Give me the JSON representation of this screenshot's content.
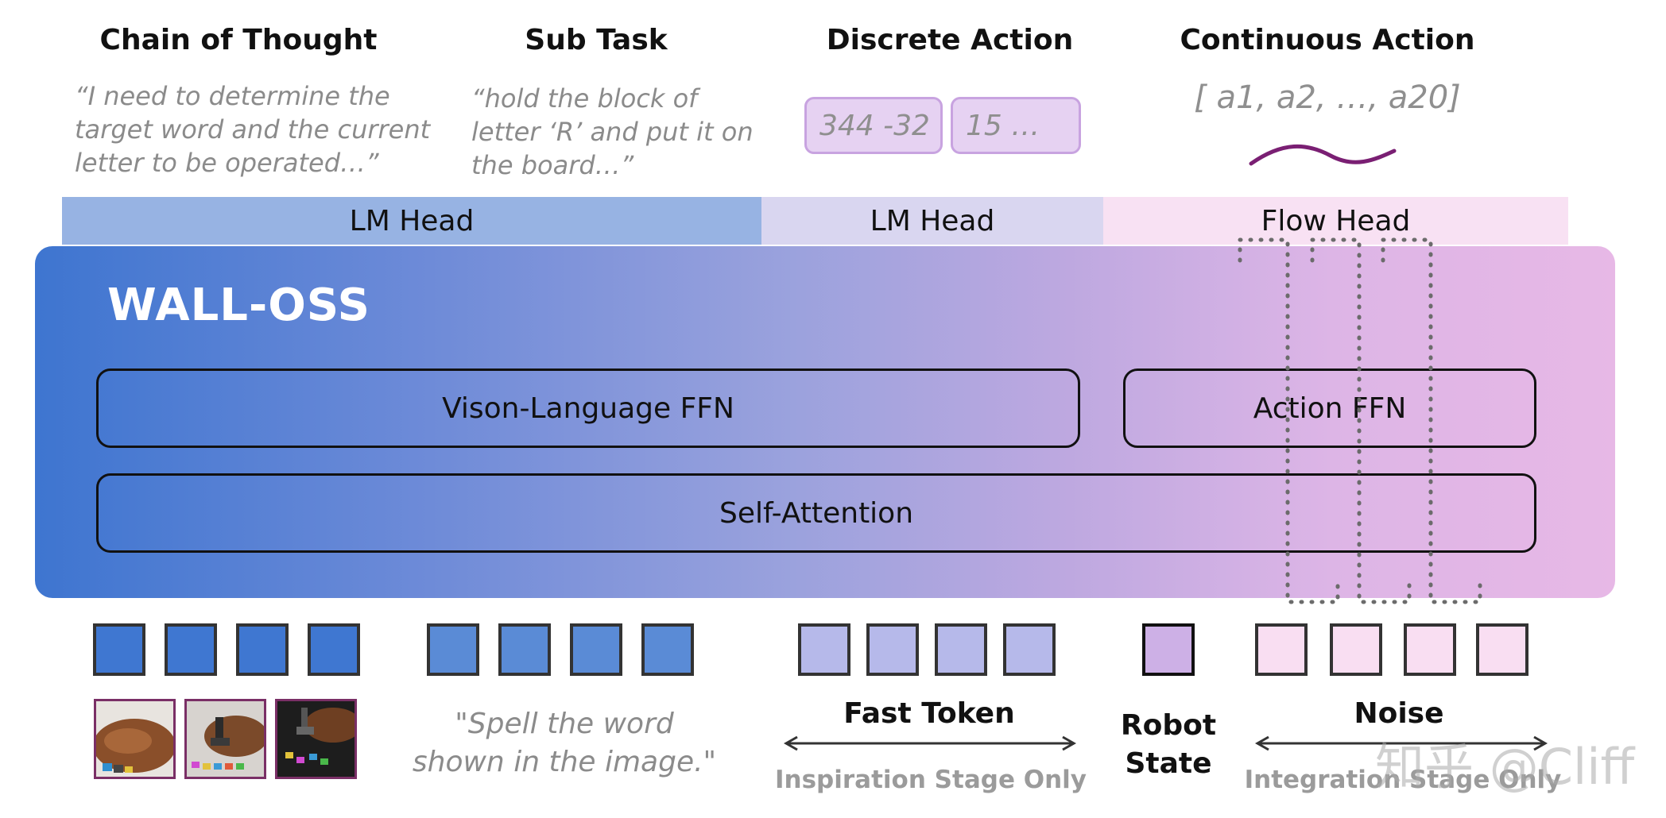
{
  "outputs": {
    "chain_of_thought": {
      "title": "Chain of Thought",
      "text": "“I need to determine the\ntarget word and the current\nletter to be operated…”"
    },
    "sub_task": {
      "title": "Sub Task",
      "text": "“hold the block of\nletter ‘R’ and put it on\nthe board…”"
    },
    "discrete_action": {
      "title": "Discrete Action",
      "tokens": [
        "344 -32",
        "15  …"
      ]
    },
    "continuous_action": {
      "title": "Continuous Action",
      "text": "[ a1, a2, …, a20]"
    }
  },
  "heads": [
    {
      "label": "LM Head",
      "color": "#97b3e3"
    },
    {
      "label": "LM Head",
      "color": "#d9d6f0"
    },
    {
      "label": "Flow Head",
      "color": "#f8e1f3"
    }
  ],
  "model": {
    "name": "WALL-OSS",
    "vl_ffn": "Vison-Language FFN",
    "action_ffn": "Action FFN",
    "attention": "Self-Attention"
  },
  "inputs": {
    "instruction": "\"Spell the word\nshown in the image.\"",
    "fast_token": {
      "label": "Fast Token",
      "note": "Inspiration Stage Only"
    },
    "robot_state": {
      "label": "Robot\nState"
    },
    "noise": {
      "label": "Noise",
      "note": "Integration Stage Only"
    }
  },
  "watermark": "知乎 @Cliff",
  "colors": {
    "vision_token": "#3f77d1",
    "text_token": "#5a8bd6",
    "fast_token": "#b6b9ea",
    "state_token": "#cdb0e6",
    "noise_token": "#f9def2",
    "wave": "#7a1f73"
  }
}
